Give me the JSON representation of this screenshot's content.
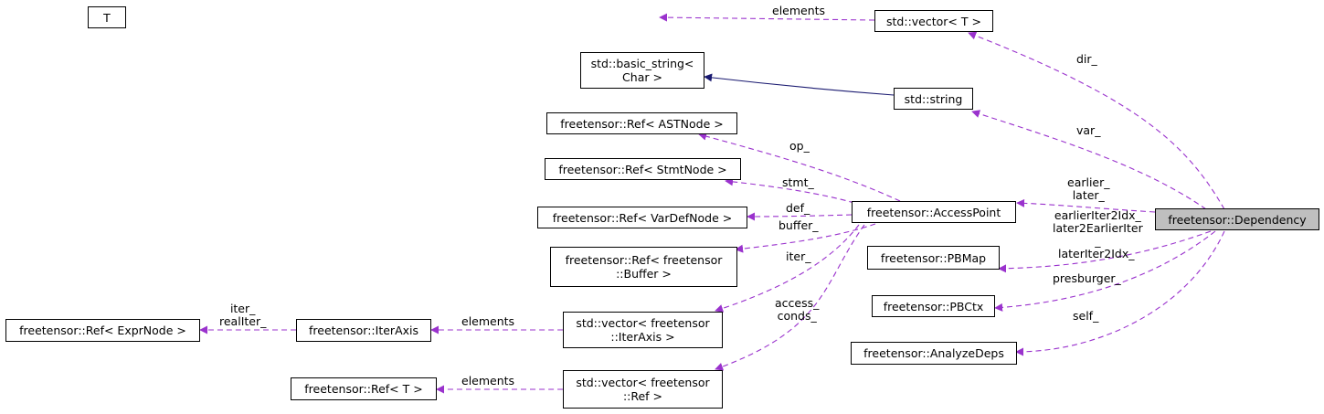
{
  "diagram": {
    "nodes": {
      "t": "T",
      "vector_t": "std::vector< T >",
      "basic_string": "std::basic_string<\nChar >",
      "string": "std::string",
      "ref_astnode": "freetensor::Ref< ASTNode >",
      "ref_stmtnode": "freetensor::Ref< StmtNode >",
      "ref_vardefnode": "freetensor::Ref< VarDefNode >",
      "ref_buffer": "freetensor::Ref< freetensor\n::Buffer >",
      "accesspoint": "freetensor::AccessPoint",
      "pbmap": "freetensor::PBMap",
      "pbctx": "freetensor::PBCtx",
      "analyzedeps": "freetensor::AnalyzeDeps",
      "dependency": "freetensor::Dependency",
      "ref_exprnode": "freetensor::Ref< ExprNode >",
      "iteraxis": "freetensor::IterAxis",
      "vector_iteraxis": "std::vector< freetensor\n::IterAxis >",
      "ref_t": "freetensor::Ref< T >",
      "vector_ref": "std::vector< freetensor\n::Ref >"
    },
    "edge_labels": {
      "elements_t": "elements",
      "dir": "dir_",
      "var": "var_",
      "op": "op_",
      "stmt": "stmt_",
      "earlier_later": "earlier_\nlater_",
      "def": "def_",
      "buffer": "buffer_",
      "iter2idx": "earlierIter2Idx_\nlater2EarlierIter\n_",
      "lateriter2idx": "laterIter2Idx_",
      "iter": "iter_",
      "presburger": "presburger_",
      "access_conds": "access_\nconds_",
      "self": "self_",
      "iter_realiter": "iter_\nrealIter_",
      "elements_iteraxis": "elements",
      "elements_ref": "elements"
    },
    "colors": {
      "inheritance_edge": "#191970",
      "member_edge": "#9a32cd",
      "highlight_fill": "#bfbfbf"
    }
  }
}
